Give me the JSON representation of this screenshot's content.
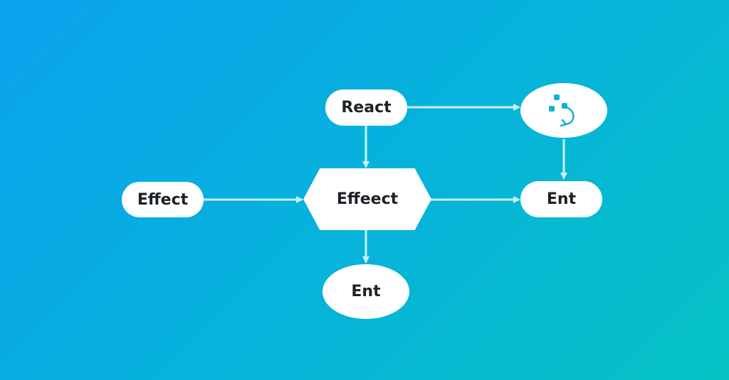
{
  "diagram": {
    "nodes": {
      "react": {
        "label": "React",
        "shape": "pill"
      },
      "effect": {
        "label": "Effect",
        "shape": "pill"
      },
      "effeect": {
        "label": "Effeect",
        "shape": "hexagon"
      },
      "ent_right": {
        "label": "Ent",
        "shape": "pill"
      },
      "ent_bottom": {
        "label": "Ent",
        "shape": "oval"
      },
      "cycle_icon_node": {
        "label": "",
        "shape": "oval",
        "icon": "cycle-graph-icon"
      }
    },
    "edges": [
      {
        "from": "react",
        "to": "cycle_icon_node"
      },
      {
        "from": "react",
        "to": "effeect"
      },
      {
        "from": "effect",
        "to": "effeect"
      },
      {
        "from": "effeect",
        "to": "ent_right"
      },
      {
        "from": "effeect",
        "to": "ent_bottom"
      },
      {
        "from": "cycle_icon_node",
        "to": "ent_right"
      }
    ]
  },
  "colors": {
    "background_start": "#0aa2ee",
    "background_end": "#05c2c4",
    "node_fill": "#ffffff",
    "node_text": "#1d2228",
    "edge": "#c8f1fa",
    "icon": "#14b2d3"
  }
}
